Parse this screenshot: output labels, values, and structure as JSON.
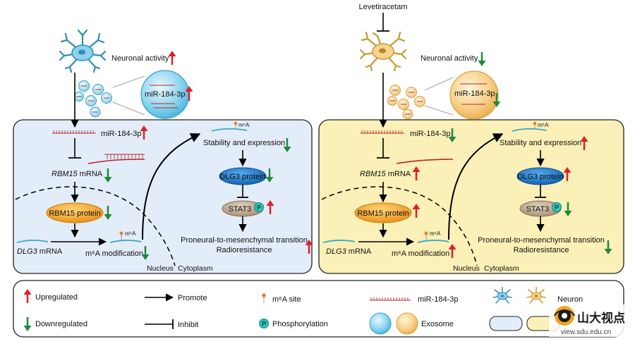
{
  "left_panel": {
    "neuronal_activity": "Neuronal activity",
    "exosome_label": "miR-184-3p",
    "mir_label": "miR-184-3p",
    "rbm15_mrna_gene": "RBM15",
    "rbm15_mrna_suffix": " mRNA",
    "rbm15_protein": "RBM15 protein",
    "dlg3_mrna_gene": "DLG3",
    "dlg3_mrna_suffix": " mRNA",
    "m6a_modification": "m⁶A modification",
    "m6a_tag": "m⁶A",
    "m6a_tag2": "m⁶A",
    "stability": "Stability and expression",
    "dlg3_protein": "DLG3 protein",
    "stat3": "STAT3",
    "p_symbol": "P",
    "pmt": "Proneural-to-mesenchymal transition",
    "radioresistance": "Radioresistance",
    "nucleus": "Nucleus",
    "cytoplasm": "Cytoplasm"
  },
  "right_panel": {
    "drug": "Levetiracetam",
    "neuronal_activity": "Neuronal activity",
    "exosome_label": "miR-184-3p",
    "mir_label": "miR-184-3p",
    "rbm15_mrna_gene": "RBM15",
    "rbm15_mrna_suffix": " mRNA",
    "rbm15_protein": "RBM15 protein",
    "dlg3_mrna_gene": "DLG3",
    "dlg3_mrna_suffix": " mRNA",
    "m6a_modification": "m⁶A modification",
    "m6a_tag": "m⁶A",
    "m6a_tag2": "m⁶A",
    "stability": "Stability and expression",
    "dlg3_protein": "DLG3 protein",
    "stat3": "STAT3",
    "p_symbol": "P",
    "pmt": "Proneural-to-mesenchymal transition",
    "radioresistance": "Radioresistance",
    "nucleus": "Nucleus",
    "cytoplasm": "Cytoplasm"
  },
  "legend": {
    "upregulated": "Upregulated",
    "downregulated": "Downregulated",
    "promote": "Promote",
    "inhibit": "Inhibit",
    "m6a_site": "m⁶A site",
    "phosphorylation": "Phosphorylation",
    "p_symbol": "P",
    "mir": "miR-184-3p",
    "exosome": "Exosome",
    "neuron": "Neuron"
  },
  "watermark": {
    "cn": "山大视点",
    "url": "view.sdu.edu.cn"
  },
  "colors": {
    "up_arrow": "#e01f26",
    "down_arrow": "#1f8a3b",
    "left_bg": "#e3edf9",
    "right_bg": "#fbf0b7",
    "protein_orange": "#f4a622",
    "dlg3_blue": "#1976c9",
    "stat3_tan": "#c7b19a",
    "p_teal": "#2ec3b8",
    "mir_red": "#b5262b",
    "mrna_teal": "#3aa9c9",
    "exosome_blue": "#7fd2ee",
    "exosome_orange": "#f6c877"
  }
}
